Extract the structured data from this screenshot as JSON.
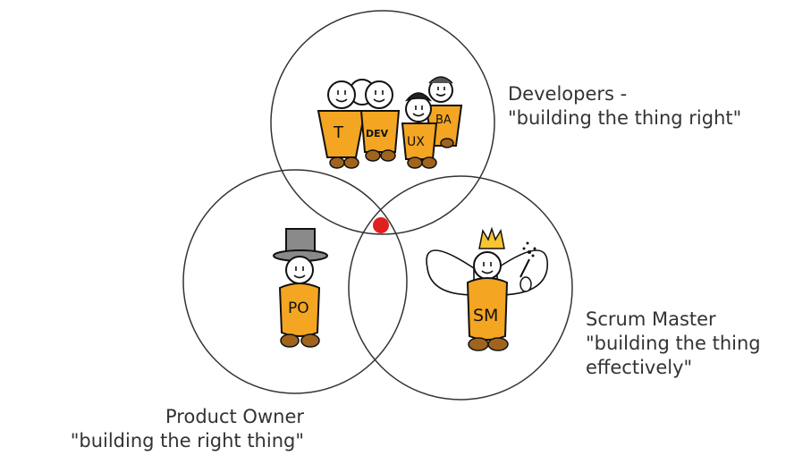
{
  "roles": {
    "developers": {
      "name": "Developers -",
      "motto": "\"building the thing right\"",
      "badges": [
        "T",
        "DEV",
        "UX",
        "BA"
      ]
    },
    "scrum_master": {
      "name": "Scrum Master",
      "motto_line1": "\"building the thing",
      "motto_line2": "effectively\"",
      "badge": "SM"
    },
    "product_owner": {
      "name": "Product Owner",
      "motto": "\"building the right thing\"",
      "badge": "PO"
    }
  },
  "colors": {
    "circle_stroke": "#333333",
    "figure_fill": "#f4a522",
    "feet_fill": "#a0641e",
    "center_dot": "#e02020",
    "hat_fill": "#8a8a8a",
    "crown_fill": "#f7c531"
  }
}
